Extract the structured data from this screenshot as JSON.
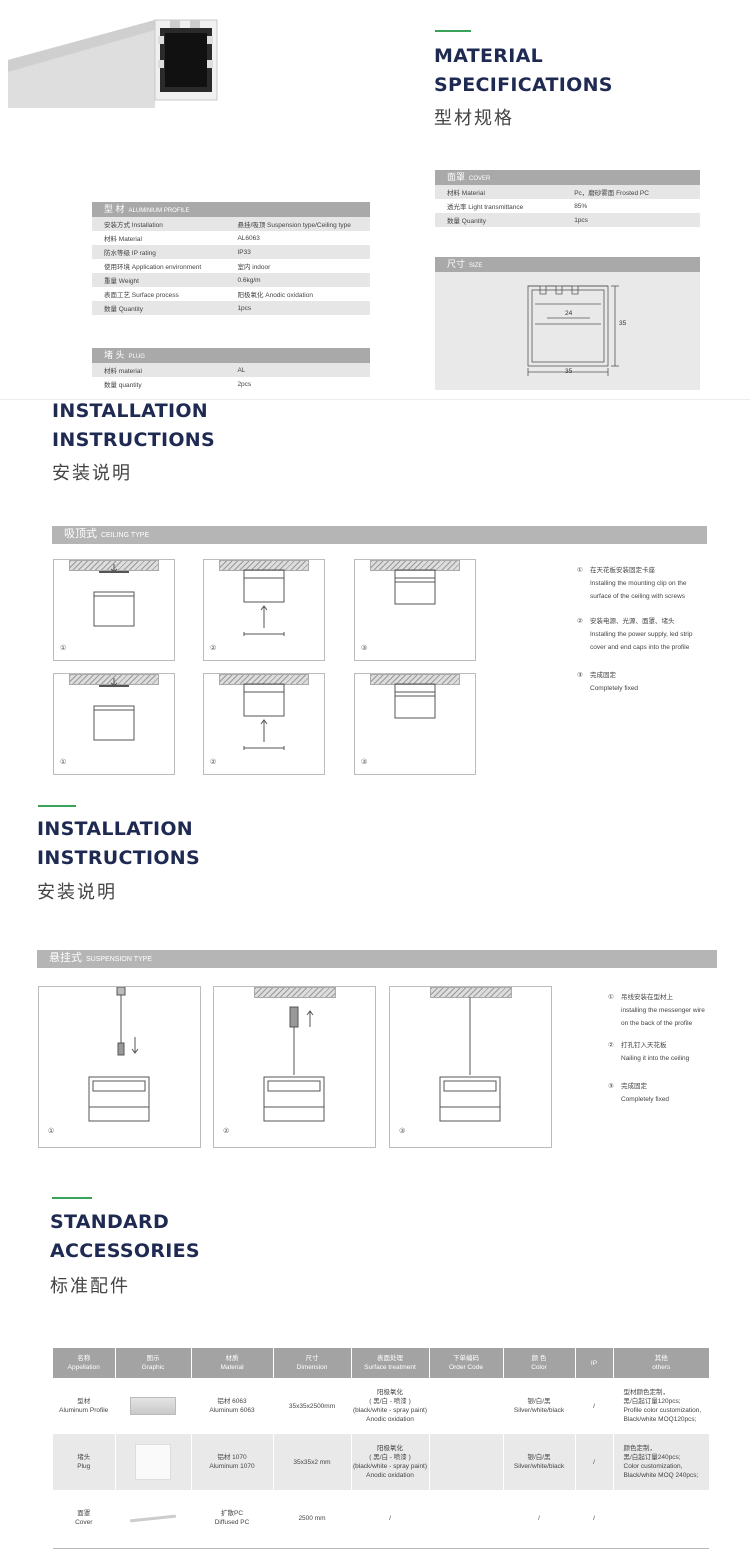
{
  "material": {
    "title_en_1": "MATERIAL",
    "title_en_2": "SPECIFICATIONS",
    "title_cn": "型材规格",
    "profile_head_cn": "型 材",
    "profile_head_en": "ALUMINIUM PROFILE",
    "profile_rows": [
      {
        "label": "安装方式 Installation",
        "value": "悬挂/吸顶 Suspension type/Ceiling type"
      },
      {
        "label": "材料 Material",
        "value": "AL6063"
      },
      {
        "label": "防水等级 IP rating",
        "value": "IP33"
      },
      {
        "label": "使用环境 Application environment",
        "value": "室内 indoor"
      },
      {
        "label": "重量 Weight",
        "value": "0.6kg/m"
      },
      {
        "label": "表面工艺 Surface process",
        "value": "阳极氧化 Anodic oxidation"
      },
      {
        "label": "数量 Quantity",
        "value": "1pcs"
      }
    ],
    "plug_head_cn": "堵 头",
    "plug_head_en": "PLUG",
    "plug_rows": [
      {
        "label": "材料 material",
        "value": "AL"
      },
      {
        "label": "数量 quantity",
        "value": "2pcs"
      }
    ],
    "cover_head_cn": "面罩",
    "cover_head_en": "COVER",
    "cover_rows": [
      {
        "label": "材料 Material",
        "value": "Pc，磨砂雾面 Frosted PC"
      },
      {
        "label": "透光率 Light transmittance",
        "value": "85%"
      },
      {
        "label": "数量 Quantity",
        "value": "1pcs"
      }
    ],
    "size_head_cn": "尺寸",
    "size_head_en": "SIZE",
    "dim_inner": "24",
    "dim_height": "35",
    "dim_width": "35"
  },
  "install1": {
    "title_en_1": "INSTALLATION",
    "title_en_2": "INSTRUCTIONS",
    "title_cn": "安装说明",
    "band_cn": "吸顶式",
    "band_en": "CEILING TYPE",
    "steps": [
      {
        "num": "①",
        "cn": "在天花板安装固定卡座",
        "en1": "Installing the mounting clip on the",
        "en2": "surface of the ceiling with screws"
      },
      {
        "num": "②",
        "cn": "安装电源、光源、面罩、堵头",
        "en1": "Installing the power supply, led strip",
        "en2": "cover and end caps into the profile"
      },
      {
        "num": "③",
        "cn": "完成固定",
        "en1": "Completely fixed",
        "en2": ""
      }
    ],
    "labels": [
      "①",
      "②",
      "③"
    ]
  },
  "install2": {
    "title_en_1": "INSTALLATION",
    "title_en_2": "INSTRUCTIONS",
    "title_cn": "安装说明",
    "band_cn": "悬挂式",
    "band_en": "SUSPENSION TYPE",
    "steps": [
      {
        "num": "①",
        "cn": "吊线安装在型材上",
        "en1": "installing  the  messenger wire",
        "en2": "on  the  back  of  the  profile"
      },
      {
        "num": "②",
        "cn": "打孔钉入天花板",
        "en1": "Nailing it into the ceiling",
        "en2": ""
      },
      {
        "num": "③",
        "cn": "完成固定",
        "en1": "Completely fixed",
        "en2": ""
      }
    ],
    "labels": [
      "①",
      "②",
      "③"
    ]
  },
  "accessories": {
    "title_en_1": "STANDARD",
    "title_en_2": "ACCESSORIES",
    "title_cn": "标准配件",
    "headers": [
      {
        "cn": "名称",
        "en": "Appellation"
      },
      {
        "cn": "图示",
        "en": "Graphic"
      },
      {
        "cn": "材质",
        "en": "Material"
      },
      {
        "cn": "尺寸",
        "en": "Dimension"
      },
      {
        "cn": "表面处理",
        "en": "Surface treatment"
      },
      {
        "cn": "下单编码",
        "en": "Order Code"
      },
      {
        "cn": "颜 色",
        "en": "Color"
      },
      {
        "cn": "IP",
        "en": ""
      },
      {
        "cn": "其他",
        "en": "others"
      }
    ],
    "rows": [
      {
        "name_cn": "型材",
        "name_en": "Aluminum Profile",
        "mat_cn": "铝材 6063",
        "mat_en": "Aluminum 6063",
        "dim": "35x35x2500mm",
        "surf1": "阳极氧化",
        "surf2": "( 黑/白 - 喷漆 )",
        "surf3": "(black/white - spray paint)",
        "surf4": "Anodic oxidation",
        "code": "",
        "color_cn": "银/白/黑",
        "color_en": "Silver/white/black",
        "ip": "/",
        "oth1": "型材颜色定制，",
        "oth2": "黑/白起订量120pcs;",
        "oth3": "Profile color customization,",
        "oth4": "Black/white MOQ120pcs;"
      },
      {
        "name_cn": "堵头",
        "name_en": "Plug",
        "mat_cn": "铝材 1070",
        "mat_en": "Aluminum 1070",
        "dim": "35x35x2 mm",
        "surf1": "阳极氧化",
        "surf2": "( 黑/白 - 喷漆 )",
        "surf3": "(black/white - spray paint)",
        "surf4": "Anodic oxidation",
        "code": "",
        "color_cn": "银/白/黑",
        "color_en": "Silver/white/black",
        "ip": "/",
        "oth1": "颜色定制，",
        "oth2": "黑/白起订量240pcs;",
        "oth3": "Color customization,",
        "oth4": "Black/white MOQ 240pcs;"
      },
      {
        "name_cn": "面罩",
        "name_en": "Cover",
        "mat_cn": "扩散PC",
        "mat_en": "Diffused PC",
        "dim": "2500 mm",
        "surf1": "/",
        "surf2": "",
        "surf3": "",
        "surf4": "",
        "code": "",
        "color_cn": "/",
        "color_en": "",
        "ip": "/",
        "oth1": "",
        "oth2": "",
        "oth3": "",
        "oth4": ""
      }
    ]
  }
}
